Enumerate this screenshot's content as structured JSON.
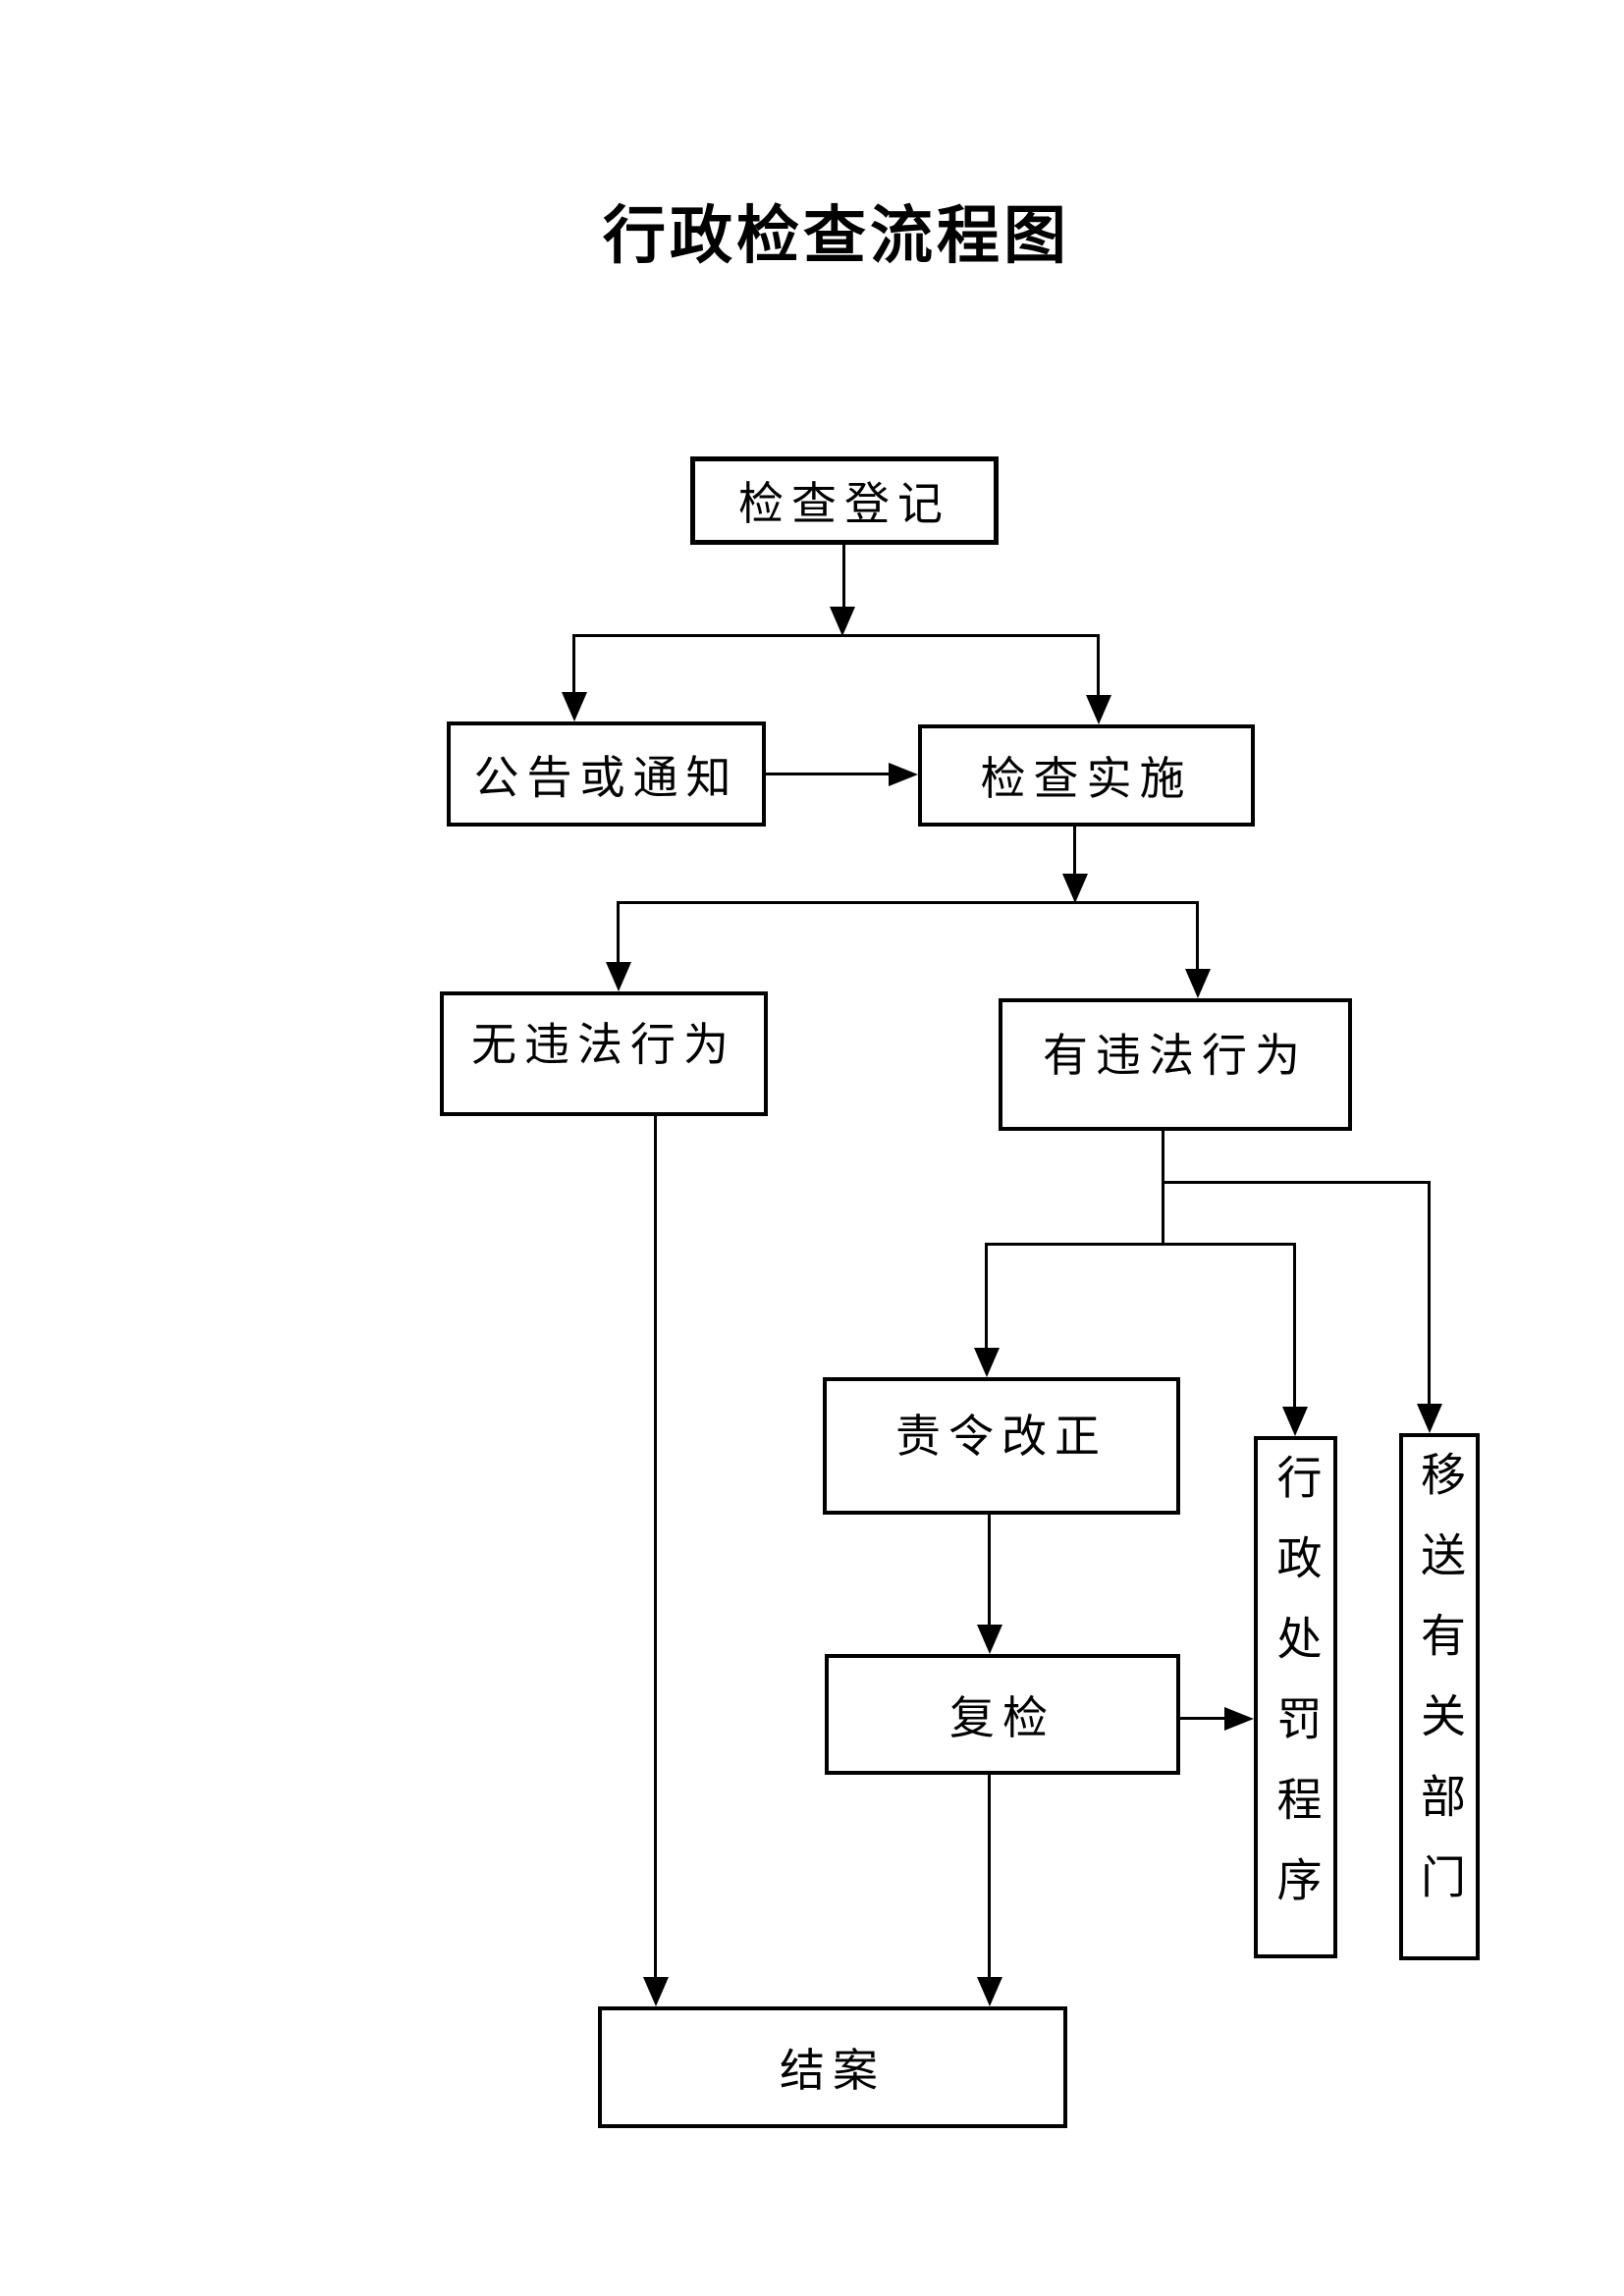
{
  "title": "行政检查流程图",
  "nodes": {
    "register": "检查登记",
    "notice": "公告或通知",
    "implement": "检查实施",
    "no_violation": "无违法行为",
    "violation": "有违法行为",
    "order_correct": "责令改正",
    "recheck": "复检",
    "penalty_procedure": "行政处罚程序",
    "transfer_department": "移送有关部门",
    "close_case": "结案"
  },
  "edges": [
    {
      "from": "检查登记",
      "to": "公告或通知"
    },
    {
      "from": "检查登记",
      "to": "检查实施"
    },
    {
      "from": "公告或通知",
      "to": "检查实施"
    },
    {
      "from": "检查实施",
      "to": "无违法行为"
    },
    {
      "from": "检查实施",
      "to": "有违法行为"
    },
    {
      "from": "有违法行为",
      "to": "责令改正"
    },
    {
      "from": "有违法行为",
      "to": "行政处罚程序"
    },
    {
      "from": "有违法行为",
      "to": "移送有关部门"
    },
    {
      "from": "责令改正",
      "to": "复检"
    },
    {
      "from": "复检",
      "to": "行政处罚程序"
    },
    {
      "from": "复检",
      "to": "结案"
    },
    {
      "from": "无违法行为",
      "to": "结案"
    }
  ],
  "colors": {
    "line": "#000000",
    "background": "#ffffff"
  }
}
